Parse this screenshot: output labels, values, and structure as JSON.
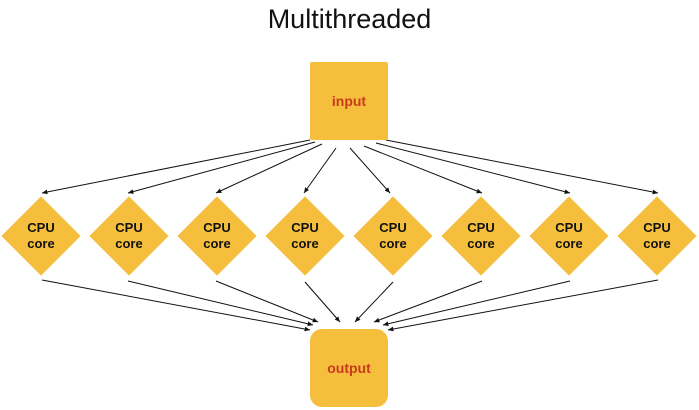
{
  "title": "Multithreaded",
  "input": {
    "label": "input"
  },
  "output": {
    "label": "output"
  },
  "cores": [
    {
      "line1": "CPU",
      "line2": "core"
    },
    {
      "line1": "CPU",
      "line2": "core"
    },
    {
      "line1": "CPU",
      "line2": "core"
    },
    {
      "line1": "CPU",
      "line2": "core"
    },
    {
      "line1": "CPU",
      "line2": "core"
    },
    {
      "line1": "CPU",
      "line2": "core"
    },
    {
      "line1": "CPU",
      "line2": "core"
    },
    {
      "line1": "CPU",
      "line2": "core"
    }
  ],
  "colors": {
    "node_fill": "#f5bf3d",
    "io_text": "#c73b1c",
    "arrow": "#111111"
  }
}
